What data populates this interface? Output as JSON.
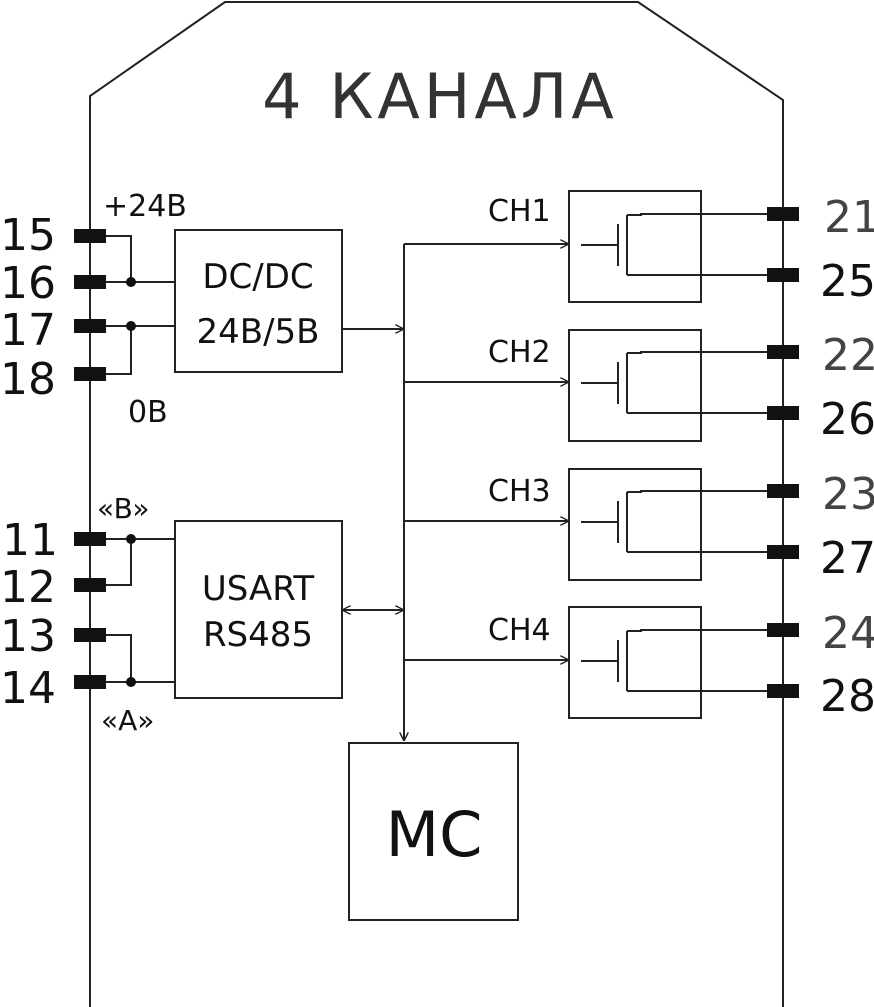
{
  "title": "4 КАНАЛА",
  "power": {
    "plus_label": "+24В",
    "zero_label": "0В",
    "pins": [
      "15",
      "16",
      "17",
      "18"
    ]
  },
  "dcdc": {
    "line1": "DC/DC",
    "line2": "24В/5В"
  },
  "rs485": {
    "b_label": "«B»",
    "a_label": "«A»",
    "pins": [
      "11",
      "12",
      "13",
      "14"
    ],
    "line1": "USART",
    "line2": "RS485"
  },
  "mc": {
    "label": "MC"
  },
  "channels": [
    {
      "name": "CH1",
      "pin_top": "21",
      "pin_bottom": "25"
    },
    {
      "name": "CH2",
      "pin_top": "22",
      "pin_bottom": "26"
    },
    {
      "name": "CH3",
      "pin_top": "23",
      "pin_bottom": "27"
    },
    {
      "name": "CH4",
      "pin_top": "24",
      "pin_bottom": "28"
    }
  ],
  "colors": {
    "line": "#222222",
    "pad": "#111111",
    "background": "#ffffff"
  }
}
